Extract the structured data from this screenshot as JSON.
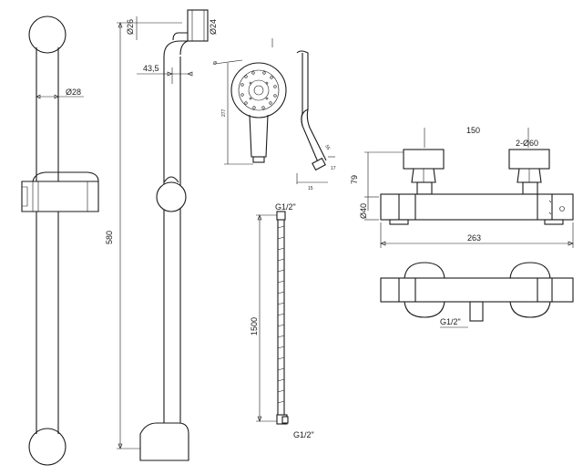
{
  "drawing": {
    "rail": {
      "diameter_label": "Ø28",
      "top_offset_label": "Ø26",
      "bracket_label": "Ø24",
      "offset_label": "43,5",
      "length_label": "580"
    },
    "handset": {
      "height_label": "277",
      "small_labels": [
        "Ø",
        "15",
        "55",
        "17"
      ]
    },
    "hose": {
      "length_label": "1500",
      "top_fitting_label": "G1/2\"",
      "bottom_fitting_label": "G1/2\""
    },
    "valve": {
      "centers_label": "150",
      "inlets_label": "2-Ø60",
      "height_label": "79",
      "body_diameter_label": "Ø40",
      "width_label": "263",
      "outlet_label": "G1/2\""
    }
  }
}
